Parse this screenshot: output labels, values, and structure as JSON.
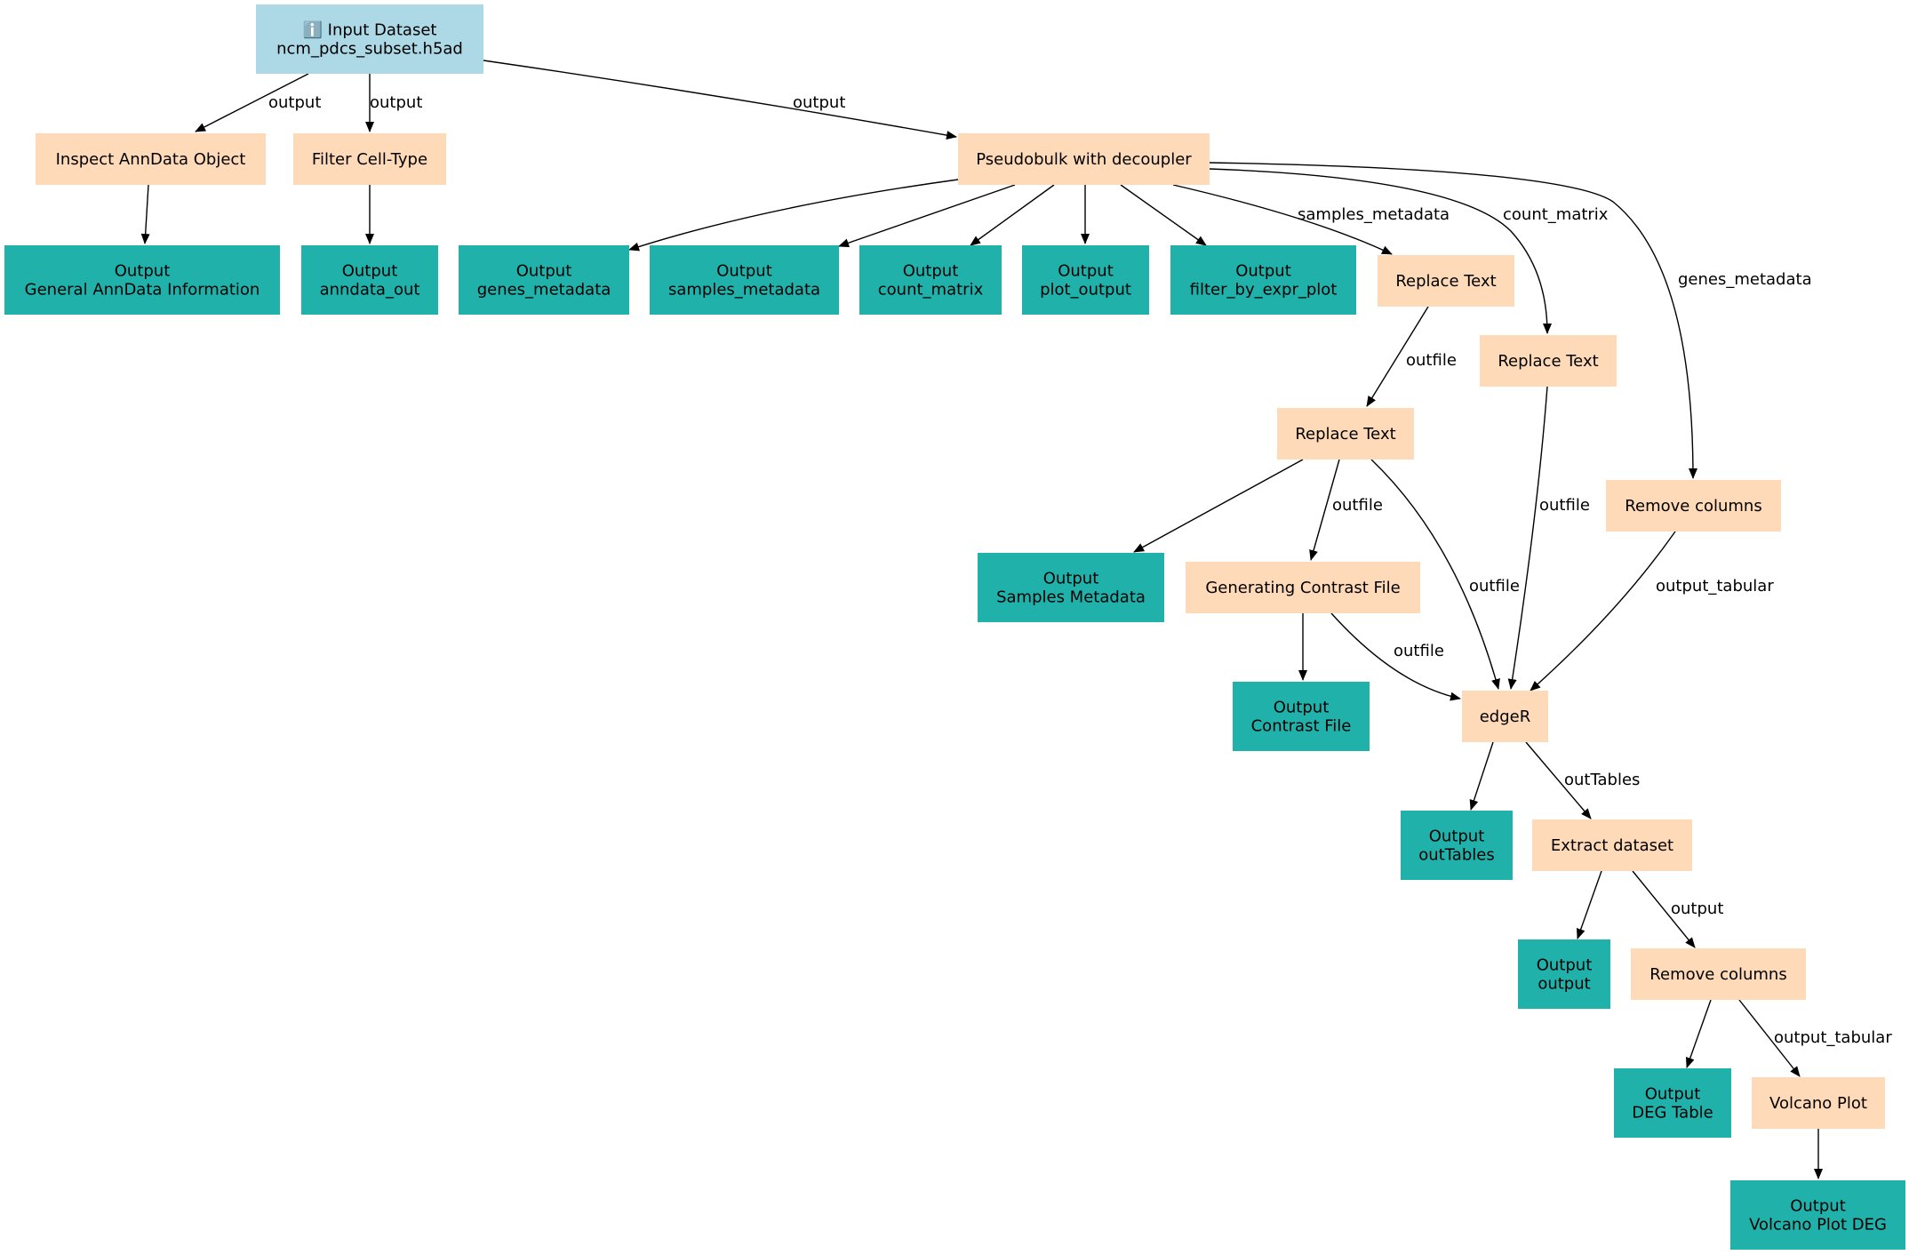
{
  "colors": {
    "input": "#add8e6",
    "tool": "#ffdab9",
    "output": "#20b2aa",
    "edge": "#000000"
  },
  "nodes": {
    "input_dataset": {
      "kind": "input",
      "icon": "info-icon",
      "lines": [
        "ℹ️ Input Dataset",
        "ncm_pdcs_subset.h5ad"
      ]
    },
    "inspect_anndata": {
      "kind": "tool",
      "lines": [
        "Inspect AnnData Object"
      ]
    },
    "filter_celltype": {
      "kind": "tool",
      "lines": [
        "Filter Cell-Type"
      ]
    },
    "pseudobulk": {
      "kind": "tool",
      "lines": [
        "Pseudobulk with decoupler"
      ]
    },
    "out_general_anndata": {
      "kind": "output",
      "lines": [
        "Output",
        "General AnnData Information"
      ]
    },
    "out_anndata_out": {
      "kind": "output",
      "lines": [
        "Output",
        "anndata_out"
      ]
    },
    "out_genes_metadata": {
      "kind": "output",
      "lines": [
        "Output",
        "genes_metadata"
      ]
    },
    "out_samples_metadata": {
      "kind": "output",
      "lines": [
        "Output",
        "samples_metadata"
      ]
    },
    "out_count_matrix": {
      "kind": "output",
      "lines": [
        "Output",
        "count_matrix"
      ]
    },
    "out_plot_output": {
      "kind": "output",
      "lines": [
        "Output",
        "plot_output"
      ]
    },
    "out_filter_by_expr_plot": {
      "kind": "output",
      "lines": [
        "Output",
        "filter_by_expr_plot"
      ]
    },
    "replace_text_1": {
      "kind": "tool",
      "lines": [
        "Replace Text"
      ]
    },
    "replace_text_2": {
      "kind": "tool",
      "lines": [
        "Replace Text"
      ]
    },
    "replace_text_3": {
      "kind": "tool",
      "lines": [
        "Replace Text"
      ]
    },
    "remove_columns_1": {
      "kind": "tool",
      "lines": [
        "Remove columns"
      ]
    },
    "out_samples_metadata_cap": {
      "kind": "output",
      "lines": [
        "Output",
        "Samples Metadata"
      ]
    },
    "generating_contrast": {
      "kind": "tool",
      "lines": [
        "Generating Contrast File"
      ]
    },
    "out_contrast_file": {
      "kind": "output",
      "lines": [
        "Output",
        "Contrast File"
      ]
    },
    "edger": {
      "kind": "tool",
      "lines": [
        "edgeR"
      ]
    },
    "out_outtables": {
      "kind": "output",
      "lines": [
        "Output",
        "outTables"
      ]
    },
    "extract_dataset": {
      "kind": "tool",
      "lines": [
        "Extract dataset"
      ]
    },
    "out_output": {
      "kind": "output",
      "lines": [
        "Output",
        "output"
      ]
    },
    "remove_columns_2": {
      "kind": "tool",
      "lines": [
        "Remove columns"
      ]
    },
    "out_deg_table": {
      "kind": "output",
      "lines": [
        "Output",
        "DEG Table"
      ]
    },
    "volcano_plot": {
      "kind": "tool",
      "lines": [
        "Volcano Plot"
      ]
    },
    "out_volcano_plot_deg": {
      "kind": "output",
      "lines": [
        "Output",
        "Volcano Plot DEG"
      ]
    }
  },
  "edges": [
    {
      "from": "input_dataset",
      "to": "inspect_anndata",
      "label": "output"
    },
    {
      "from": "input_dataset",
      "to": "filter_celltype",
      "label": "output"
    },
    {
      "from": "input_dataset",
      "to": "pseudobulk",
      "label": "output"
    },
    {
      "from": "inspect_anndata",
      "to": "out_general_anndata",
      "label": ""
    },
    {
      "from": "filter_celltype",
      "to": "out_anndata_out",
      "label": ""
    },
    {
      "from": "pseudobulk",
      "to": "out_genes_metadata",
      "label": ""
    },
    {
      "from": "pseudobulk",
      "to": "out_samples_metadata",
      "label": ""
    },
    {
      "from": "pseudobulk",
      "to": "out_count_matrix",
      "label": ""
    },
    {
      "from": "pseudobulk",
      "to": "out_plot_output",
      "label": ""
    },
    {
      "from": "pseudobulk",
      "to": "out_filter_by_expr_plot",
      "label": ""
    },
    {
      "from": "pseudobulk",
      "to": "replace_text_1",
      "label": "samples_metadata"
    },
    {
      "from": "pseudobulk",
      "to": "replace_text_2",
      "label": "count_matrix"
    },
    {
      "from": "pseudobulk",
      "to": "remove_columns_1",
      "label": "genes_metadata"
    },
    {
      "from": "replace_text_1",
      "to": "replace_text_3",
      "label": "outfile"
    },
    {
      "from": "replace_text_3",
      "to": "out_samples_metadata_cap",
      "label": ""
    },
    {
      "from": "replace_text_3",
      "to": "generating_contrast",
      "label": "outfile"
    },
    {
      "from": "replace_text_3",
      "to": "edger",
      "label": "outfile"
    },
    {
      "from": "replace_text_2",
      "to": "edger",
      "label": "outfile"
    },
    {
      "from": "remove_columns_1",
      "to": "edger",
      "label": "output_tabular"
    },
    {
      "from": "generating_contrast",
      "to": "out_contrast_file",
      "label": ""
    },
    {
      "from": "generating_contrast",
      "to": "edger",
      "label": "outfile"
    },
    {
      "from": "edger",
      "to": "out_outtables",
      "label": ""
    },
    {
      "from": "edger",
      "to": "extract_dataset",
      "label": "outTables"
    },
    {
      "from": "extract_dataset",
      "to": "out_output",
      "label": ""
    },
    {
      "from": "extract_dataset",
      "to": "remove_columns_2",
      "label": "output"
    },
    {
      "from": "remove_columns_2",
      "to": "out_deg_table",
      "label": ""
    },
    {
      "from": "remove_columns_2",
      "to": "volcano_plot",
      "label": "output_tabular"
    },
    {
      "from": "volcano_plot",
      "to": "out_volcano_plot_deg",
      "label": ""
    }
  ]
}
